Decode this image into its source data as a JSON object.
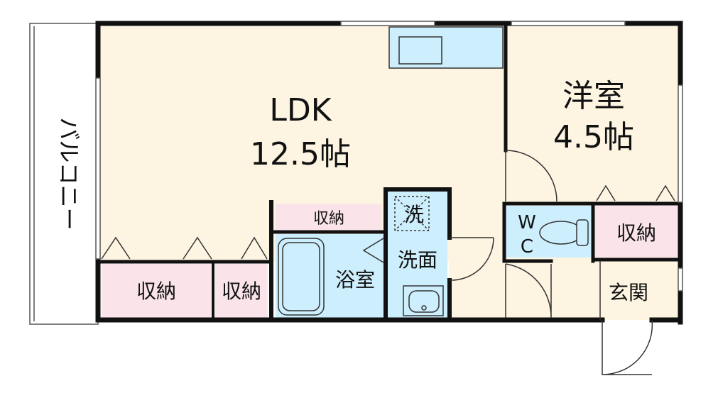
{
  "rooms": {
    "ldk": {
      "name": "LDK",
      "size": "12.5帖"
    },
    "western": {
      "name": "洋室",
      "size": "4.5帖"
    },
    "bath": {
      "name": "浴室"
    },
    "washroom": {
      "name": "洗面"
    },
    "laundry": {
      "name": "洗"
    },
    "wc": {
      "line1": "W",
      "line2": "C"
    },
    "entrance": {
      "name": "玄関"
    },
    "balcony": {
      "name": "バルコニー"
    },
    "storage_top": {
      "name": "収納"
    },
    "storage_left": {
      "name": "収納"
    },
    "storage_mid": {
      "name": "収納"
    },
    "storage_right": {
      "name": "収納"
    }
  },
  "colors": {
    "floor": "#fdf5e2",
    "storage": "#fae4ea",
    "water": "#cdeefc",
    "wall": "#111111",
    "balcony": "#ffffff"
  }
}
